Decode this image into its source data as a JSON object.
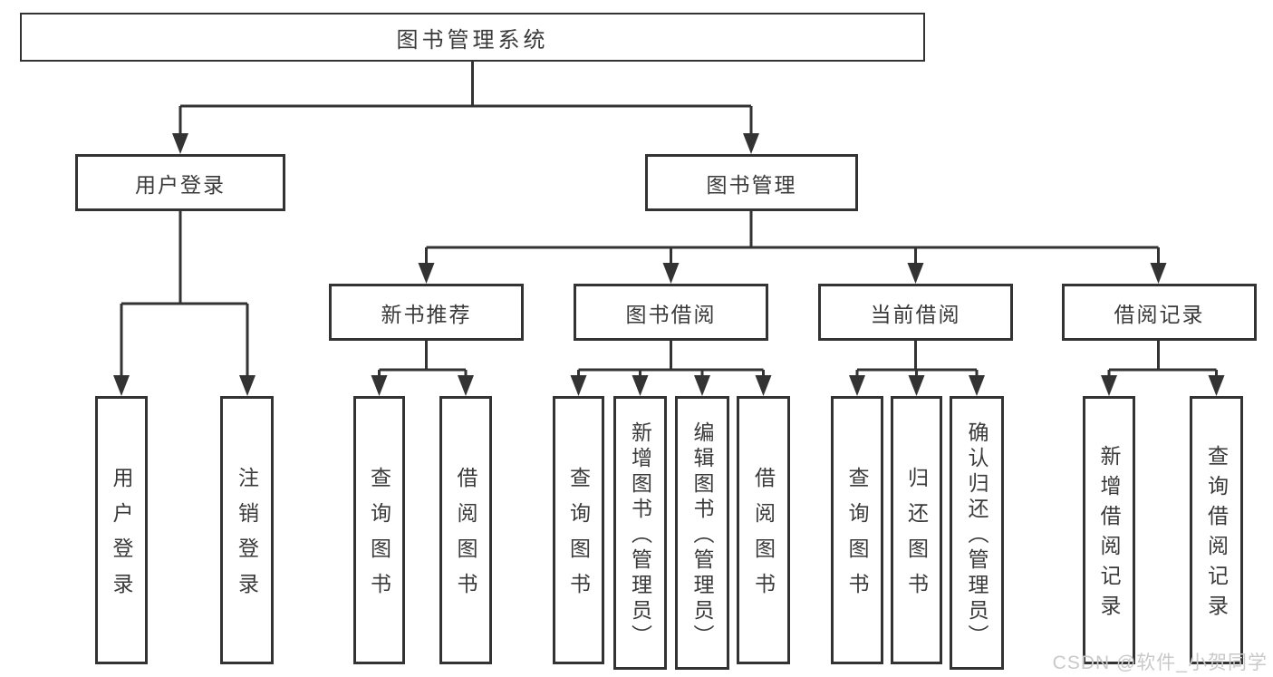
{
  "colors": {
    "line": "#333333",
    "text": "#3a3a3a",
    "watermark": "#c9c9c9",
    "background": "#ffffff"
  },
  "watermark": {
    "text": "CSDN @软件_小贺同学"
  },
  "chart_data": {
    "type": "tree-diagram",
    "note": "Functional structure diagram of a library management system"
  },
  "tree": {
    "root": {
      "label": "图书管理系统",
      "children": [
        {
          "label": "用户登录",
          "children": [
            {
              "label": "用户登录"
            },
            {
              "label": "注销登录"
            }
          ]
        },
        {
          "label": "图书管理",
          "children": [
            {
              "label": "新书推荐",
              "children": [
                {
                  "label": "查询图书"
                },
                {
                  "label": "借阅图书"
                }
              ]
            },
            {
              "label": "图书借阅",
              "children": [
                {
                  "label": "查询图书"
                },
                {
                  "label": "新增图书（管理员）"
                },
                {
                  "label": "编辑图书（管理员）"
                },
                {
                  "label": "借阅图书"
                }
              ]
            },
            {
              "label": "当前借阅",
              "children": [
                {
                  "label": "查询图书"
                },
                {
                  "label": "归还图书"
                },
                {
                  "label": "确认归还（管理员）"
                }
              ]
            },
            {
              "label": "借阅记录",
              "children": [
                {
                  "label": "新增借阅记录"
                },
                {
                  "label": "查询借阅记录"
                }
              ]
            }
          ]
        }
      ]
    }
  }
}
